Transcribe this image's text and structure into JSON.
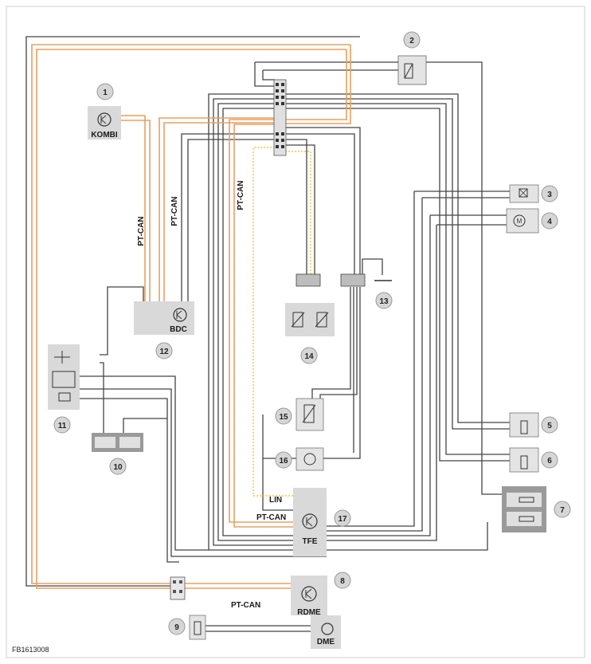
{
  "figure_id": "FB1613008",
  "labels": {
    "kombi": "KOMBI",
    "bdc": "BDC",
    "tfe": "TFE",
    "rdme": "RDME",
    "dme": "DME",
    "lin": "LIN",
    "ptcan": "PT-CAN"
  },
  "callouts": [
    "1",
    "2",
    "3",
    "4",
    "5",
    "6",
    "7",
    "8",
    "9",
    "10",
    "11",
    "12",
    "13",
    "14",
    "15",
    "16",
    "17"
  ],
  "colors": {
    "bus_orange": "#e8a060",
    "wire": "#444444",
    "lin_yellow": "#e8c840",
    "box_gray": "#d9d9d9",
    "box_dark": "#9a9a9a",
    "callout_fill": "#d6d6d6"
  }
}
